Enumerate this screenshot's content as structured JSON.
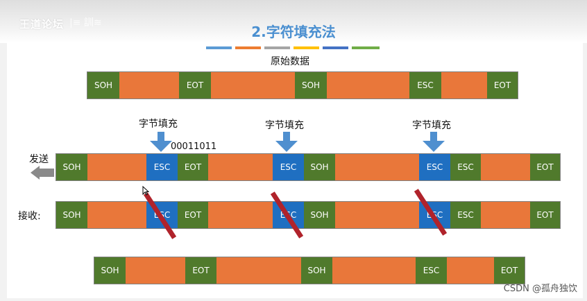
{
  "watermark": {
    "text": "王道论坛",
    "mark": "|≡ 訓≋"
  },
  "title": "2.字符填充法",
  "color_bar": [
    {
      "name": "blue",
      "color": "#5b9bd5"
    },
    {
      "name": "orange",
      "color": "#ed7d31"
    },
    {
      "name": "gray",
      "color": "#a5a5a5"
    },
    {
      "name": "yellow",
      "color": "#ffc000"
    },
    {
      "name": "dark-blue",
      "color": "#4472c4"
    },
    {
      "name": "green",
      "color": "#70ad47"
    }
  ],
  "labels": {
    "original": "原始数据",
    "stuff": "字节填充",
    "byte_code": "00011011",
    "send": "发送",
    "receive": "接收:"
  },
  "frames": {
    "original": [
      {
        "type": "SOH"
      },
      {
        "type": "data"
      },
      {
        "type": "EOT"
      },
      {
        "type": "data"
      },
      {
        "type": "SOH"
      },
      {
        "type": "data"
      },
      {
        "type": "ESC"
      },
      {
        "type": "data"
      },
      {
        "type": "EOT"
      }
    ],
    "sent": [
      {
        "type": "SOH"
      },
      {
        "type": "data"
      },
      {
        "type": "ESC",
        "stuffed": true
      },
      {
        "type": "EOT"
      },
      {
        "type": "data"
      },
      {
        "type": "ESC",
        "stuffed": true
      },
      {
        "type": "SOH"
      },
      {
        "type": "data"
      },
      {
        "type": "ESC",
        "stuffed": true
      },
      {
        "type": "ESC"
      },
      {
        "type": "data"
      },
      {
        "type": "EOT"
      }
    ],
    "received": [
      {
        "type": "SOH"
      },
      {
        "type": "data"
      },
      {
        "type": "ESC",
        "removed": true
      },
      {
        "type": "EOT"
      },
      {
        "type": "data"
      },
      {
        "type": "ESC",
        "removed": true
      },
      {
        "type": "SOH"
      },
      {
        "type": "data"
      },
      {
        "type": "ESC",
        "removed": true
      },
      {
        "type": "ESC"
      },
      {
        "type": "data"
      },
      {
        "type": "EOT"
      }
    ],
    "restored": [
      {
        "type": "SOH"
      },
      {
        "type": "data"
      },
      {
        "type": "EOT"
      },
      {
        "type": "data"
      },
      {
        "type": "SOH"
      },
      {
        "type": "data"
      },
      {
        "type": "ESC"
      },
      {
        "type": "data"
      },
      {
        "type": "EOT"
      }
    ]
  },
  "seg_text": {
    "soh": "SOH",
    "eot": "EOT",
    "esc": "ESC"
  },
  "footer": "CSDN @孤舟独饮"
}
